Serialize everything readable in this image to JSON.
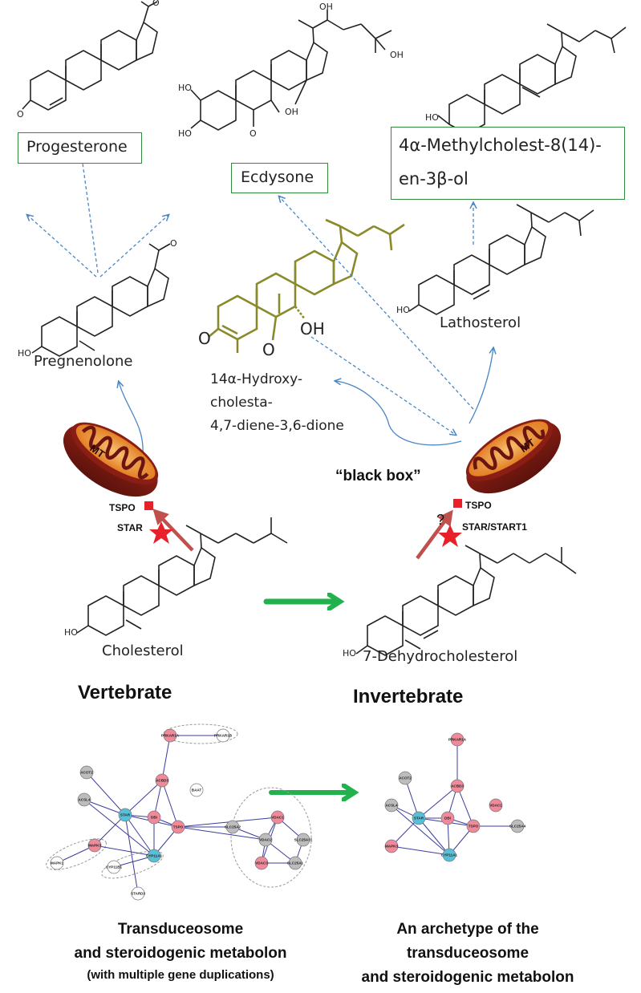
{
  "compounds": {
    "progesterone": "Progesterone",
    "ecdysone": "Ecdysone",
    "methylcholestenol_line1": "4α-Methylcholest-8(14)-",
    "methylcholestenol_line2": "en-3β-ol",
    "pregnenolone": "Pregnenolone",
    "hydroxy_line1": "14α-Hydroxy-",
    "hydroxy_line2": "cholesta-",
    "hydroxy_line3": "4,7-diene-3,6-dione",
    "lathosterol": "Lathosterol",
    "cholesterol": "Cholesterol",
    "dehydrocholesterol": "7-Dehydrocholesterol"
  },
  "molecule_atoms": {
    "ho": "HO",
    "oh": "OH",
    "o": "O"
  },
  "mitochondria": {
    "vertebrate_label": "MT",
    "invertebrate_label": "MT"
  },
  "tags": {
    "tspo_left": "TSPO",
    "star_left": "STAR",
    "tspo_right": "TSPO",
    "star_right": "STAR/START1",
    "question": "?",
    "black_box": "“black box”"
  },
  "headers": {
    "vertebrate": "Vertebrate",
    "invertebrate": "Invertebrate"
  },
  "networks": {
    "vertebrate_nodes": [
      {
        "id": "PRKAR1A",
        "color": "#f08a9a"
      },
      {
        "id": "PRKAR1B",
        "color": "#ffffff"
      },
      {
        "id": "ACOT2",
        "color": "#bdbdbd"
      },
      {
        "id": "ACBD3",
        "color": "#f08a9a"
      },
      {
        "id": "BAAT",
        "color": "#ffffff"
      },
      {
        "id": "ACSL4",
        "color": "#bdbdbd"
      },
      {
        "id": "STAR",
        "color": "#55c0d8"
      },
      {
        "id": "DBI",
        "color": "#f08a9a"
      },
      {
        "id": "TSPO",
        "color": "#f08a9a"
      },
      {
        "id": "SLC25A2",
        "color": "#bdbdbd"
      },
      {
        "id": "VDAC1",
        "color": "#f08a9a"
      },
      {
        "id": "VDAC2",
        "color": "#bdbdbd"
      },
      {
        "id": "SLC25A31",
        "color": "#bdbdbd"
      },
      {
        "id": "MAPK3",
        "color": "#f08a9a"
      },
      {
        "id": "CYP11A1",
        "color": "#55c0d8"
      },
      {
        "id": "MAPK1",
        "color": "#ffffff"
      },
      {
        "id": "CYP11B1",
        "color": "#ffffff"
      },
      {
        "id": "VDAC3",
        "color": "#f08a9a"
      },
      {
        "id": "SLC25A1",
        "color": "#bdbdbd"
      },
      {
        "id": "STARD3",
        "color": "#ffffff"
      }
    ],
    "invertebrate_nodes": [
      {
        "id": "PRKAR1A",
        "color": "#f08a9a"
      },
      {
        "id": "ACOT2",
        "color": "#bdbdbd"
      },
      {
        "id": "ACBD3",
        "color": "#f08a9a"
      },
      {
        "id": "ACSL4",
        "color": "#bdbdbd"
      },
      {
        "id": "VDAC1",
        "color": "#f08a9a"
      },
      {
        "id": "STAR",
        "color": "#55c0d8"
      },
      {
        "id": "DBI",
        "color": "#f08a9a"
      },
      {
        "id": "TSPO",
        "color": "#f08a9a"
      },
      {
        "id": "SLC25A4",
        "color": "#bdbdbd"
      },
      {
        "id": "MAPK3",
        "color": "#f08a9a"
      },
      {
        "id": "CYP11A1",
        "color": "#55c0d8"
      }
    ]
  },
  "captions": {
    "vertebrate_line1": "Transduceosome",
    "vertebrate_line2": "and steroidogenic metabolon",
    "vertebrate_line3": "(with multiple gene duplications)",
    "invertebrate_line1": "An archetype of the",
    "invertebrate_line2": "transduceosome",
    "invertebrate_line3": "and steroidogenic metabolon"
  },
  "colors": {
    "box_border": "#2f8a3c",
    "arrow_green": "#22b14c",
    "arrow_blue": "#4a86c5",
    "arrow_red": "#c0504d",
    "star_red": "#e8202a",
    "mito_outer": "#7b1a12",
    "mito_inner": "#f0a040",
    "edge_blue": "#3c3c9c",
    "olive": "#8a8a2a"
  }
}
